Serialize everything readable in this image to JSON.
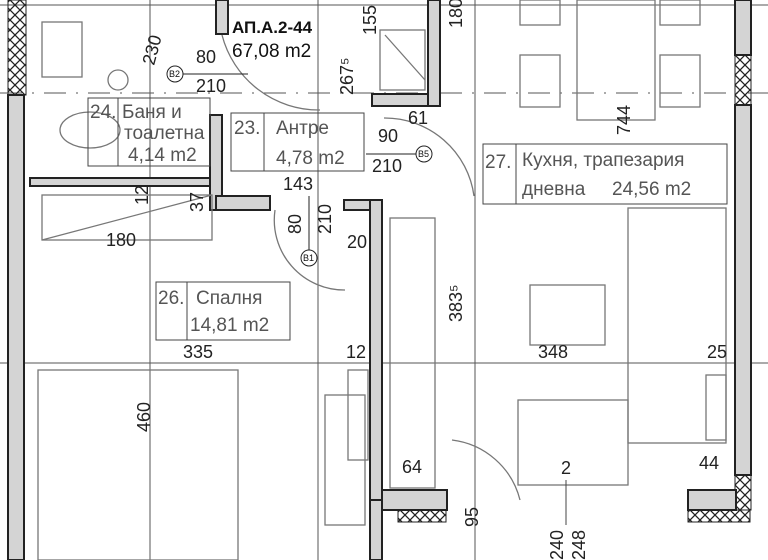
{
  "apartment": {
    "code": "АП.А.2-44",
    "area": "67,08 m2"
  },
  "rooms": [
    {
      "number": "23.",
      "name": "Антре",
      "area": "4,78 m2"
    },
    {
      "number": "24.",
      "name_line1": "Баня и",
      "name_line2": "тоалетна",
      "area": "4,14 m2"
    },
    {
      "number": "26.",
      "name": "Спалня",
      "area": "14,81 m2"
    },
    {
      "number": "27.",
      "name_line1": "Кухня, трапезария",
      "name_line2": "дневна",
      "area": "24,56 m2"
    }
  ],
  "doors": [
    {
      "tag": "B1",
      "width": "80",
      "height": "210"
    },
    {
      "tag": "B2",
      "width": "80",
      "height": "210"
    },
    {
      "tag": "B5",
      "width": "90",
      "height": "210"
    }
  ],
  "dimensions": {
    "d230": "230",
    "d267": "267⁵",
    "d155": "155",
    "d180v": "180",
    "d61": "61",
    "d143": "143",
    "d12a": "12",
    "d37": "37",
    "d180": "180",
    "d20": "20",
    "d744": "744",
    "d3835": "383⁵",
    "d335": "335",
    "d12b": "12",
    "d348": "348",
    "d25": "25",
    "d460": "460",
    "d64": "64",
    "d2": "2",
    "d44": "44",
    "d95": "95",
    "d240": "240",
    "d248": "248"
  },
  "colors": {
    "wall_fill": "#d4d4d4",
    "line": "#222222"
  }
}
